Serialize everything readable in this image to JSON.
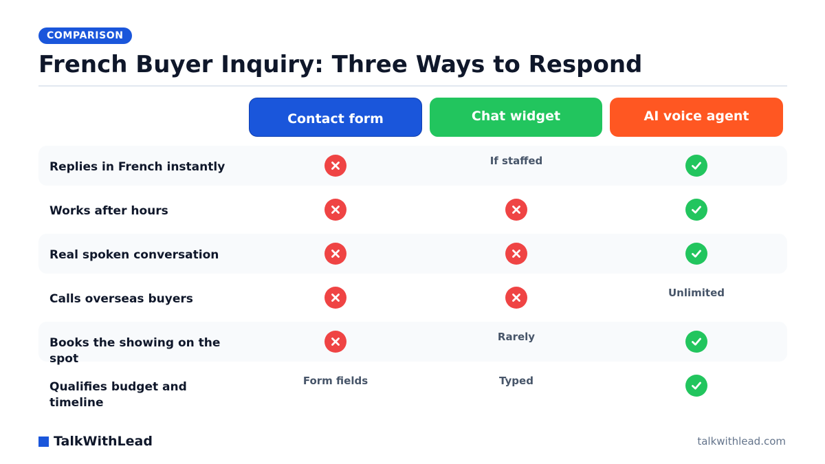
{
  "badge": "COMPARISON",
  "title": "French Buyer Inquiry: Three Ways to Respond",
  "columns": {
    "contact": "Contact form",
    "chat": "Chat widget",
    "voice": "AI voice agent"
  },
  "rows": [
    {
      "label": "Replies in French instantly",
      "contact": {
        "kind": "no"
      },
      "chat": {
        "kind": "text",
        "text": "If staffed"
      },
      "voice": {
        "kind": "yes"
      }
    },
    {
      "label": "Works after hours",
      "contact": {
        "kind": "no"
      },
      "chat": {
        "kind": "no"
      },
      "voice": {
        "kind": "yes"
      }
    },
    {
      "label": "Real spoken conversation",
      "contact": {
        "kind": "no"
      },
      "chat": {
        "kind": "no"
      },
      "voice": {
        "kind": "yes"
      }
    },
    {
      "label": "Calls overseas buyers",
      "contact": {
        "kind": "no"
      },
      "chat": {
        "kind": "no"
      },
      "voice": {
        "kind": "text",
        "text": "Unlimited"
      }
    },
    {
      "label": "Books the showing on the spot",
      "contact": {
        "kind": "no"
      },
      "chat": {
        "kind": "text",
        "text": "Rarely"
      },
      "voice": {
        "kind": "yes"
      }
    },
    {
      "label": "Qualifies budget and timeline",
      "contact": {
        "kind": "text",
        "text": "Form fields"
      },
      "chat": {
        "kind": "text",
        "text": "Typed"
      },
      "voice": {
        "kind": "yes"
      }
    }
  ],
  "icons": {
    "no": "x-circle-icon",
    "yes": "check-circle-icon"
  },
  "colors": {
    "contact": "#1a56db",
    "chat": "#22c55e",
    "voice": "#ff5722",
    "no": "#ef4444",
    "yes": "#22c55e"
  },
  "footer": {
    "brand": "TalkWithLead",
    "url": "talkwithlead.com"
  }
}
